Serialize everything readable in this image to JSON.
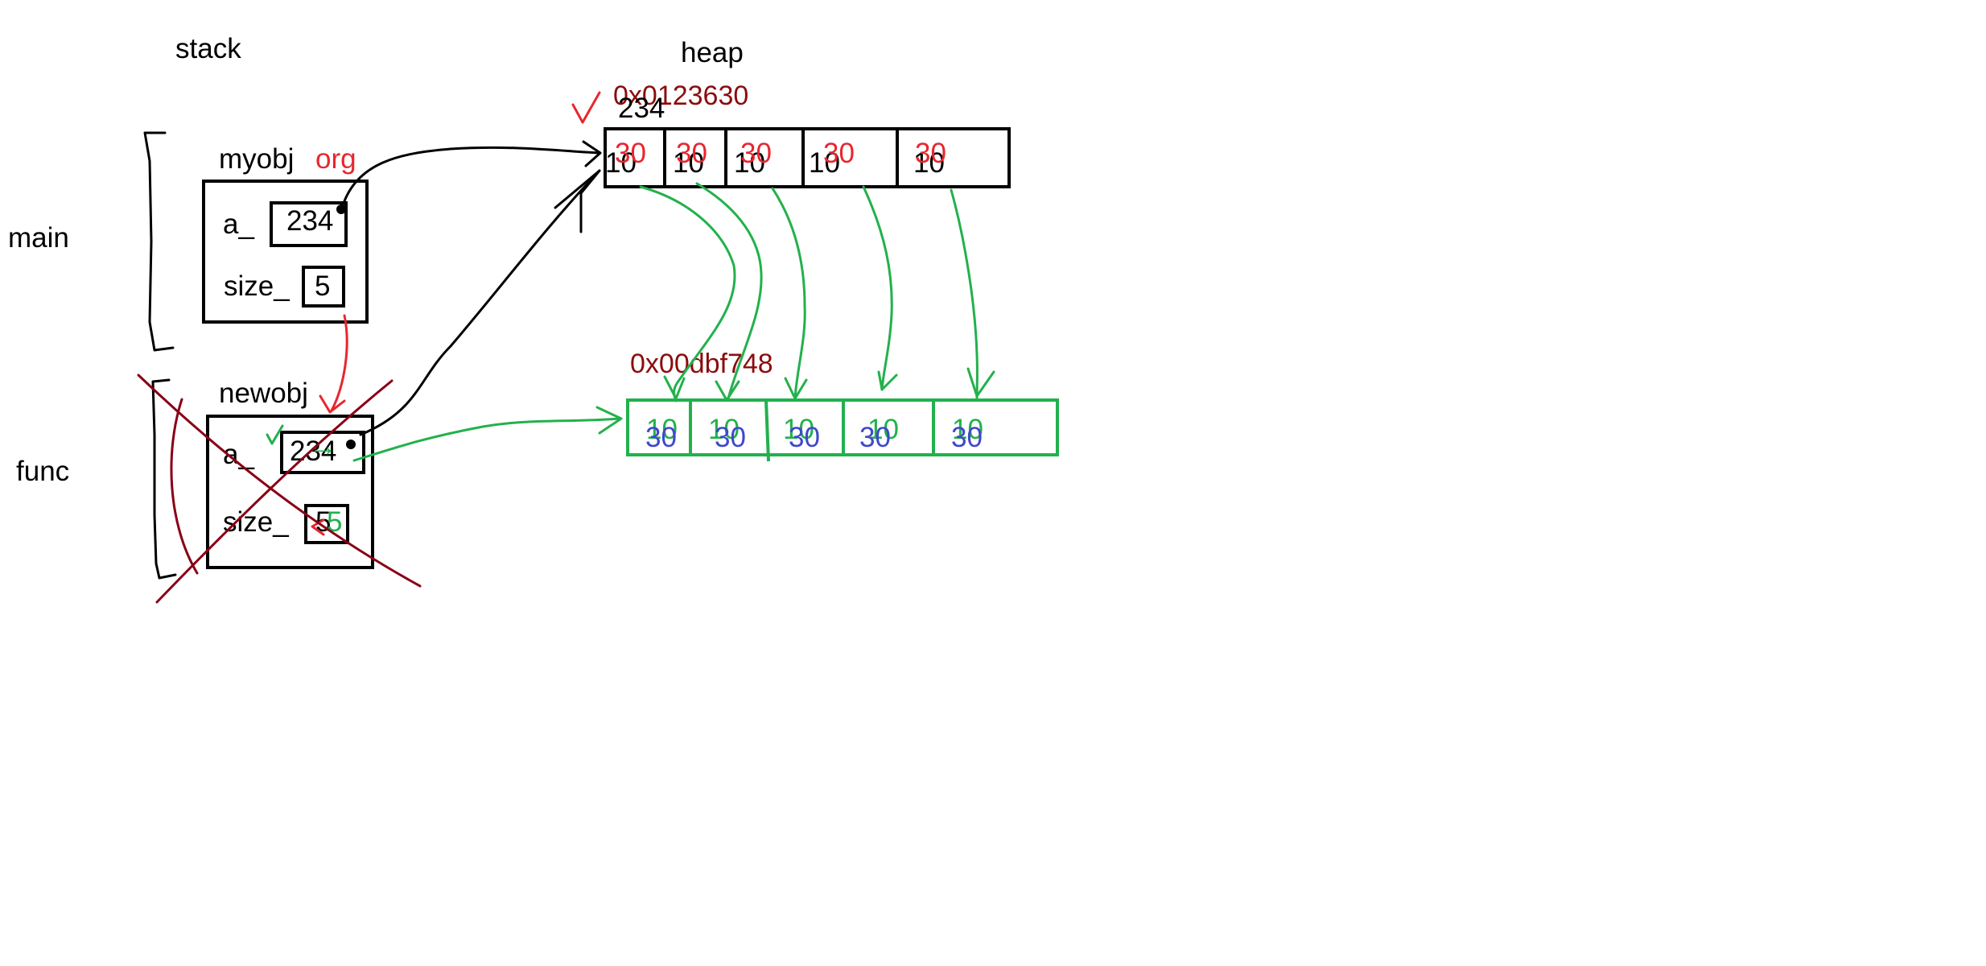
{
  "labels": {
    "stack": "stack",
    "heap": "heap",
    "main": "main",
    "func": "func"
  },
  "myobj": {
    "name": "myobj",
    "tag": "org",
    "a_label": "a_",
    "a_value": "234",
    "size_label": "size_",
    "size_value": "5"
  },
  "newobj": {
    "name": "newobj",
    "a_label": "a_",
    "a_value": "234",
    "a_overlay": "→ ",
    "size_label": "size_",
    "size_value": "5",
    "size_overlay": "5"
  },
  "heap_original": {
    "address": "0x0123630",
    "overwritten_text": "234",
    "cells_old": [
      "10",
      "10",
      "10",
      "10",
      "10"
    ],
    "cells_new": [
      "30",
      "30",
      "30",
      "30",
      "30"
    ]
  },
  "heap_copy": {
    "address": "0x00dbf748",
    "cells_old": [
      "10",
      "10",
      "10",
      "10",
      "10"
    ],
    "cells_new": [
      "30",
      "30",
      "30",
      "30",
      "30"
    ]
  },
  "colors": {
    "black": "#000000",
    "red": "#e8262e",
    "dark_red": "#880015",
    "green": "#22b14c",
    "blue": "#3f48cc"
  }
}
